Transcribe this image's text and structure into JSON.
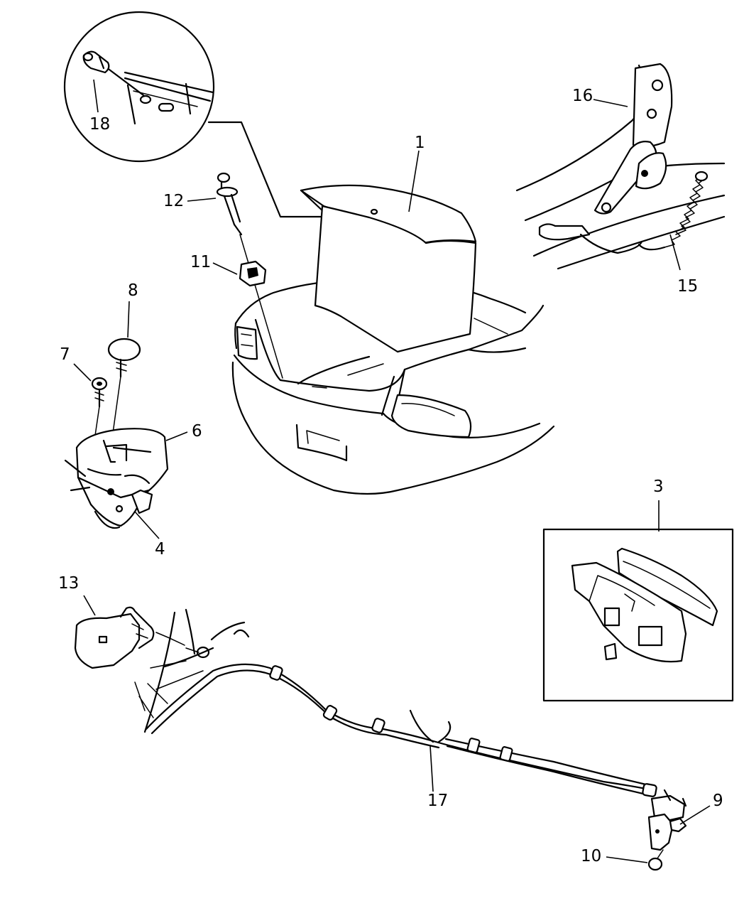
{
  "callouts": [
    {
      "id": "1",
      "text": "1"
    },
    {
      "id": "3",
      "text": "3"
    },
    {
      "id": "4",
      "text": "4"
    },
    {
      "id": "6",
      "text": "6"
    },
    {
      "id": "7",
      "text": "7"
    },
    {
      "id": "8",
      "text": "8"
    },
    {
      "id": "9",
      "text": "9"
    },
    {
      "id": "10",
      "text": "10"
    },
    {
      "id": "11",
      "text": "11"
    },
    {
      "id": "12",
      "text": "12"
    },
    {
      "id": "13",
      "text": "13"
    },
    {
      "id": "15",
      "text": "15"
    },
    {
      "id": "16",
      "text": "16"
    },
    {
      "id": "17",
      "text": "17"
    },
    {
      "id": "18",
      "text": "18"
    }
  ]
}
